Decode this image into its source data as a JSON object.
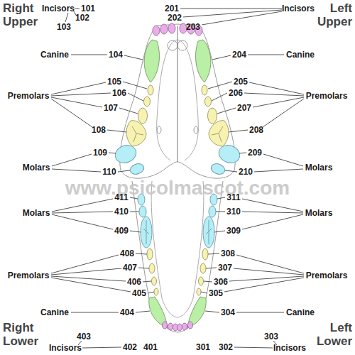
{
  "diagram": {
    "labels": [
      "Right Upper",
      "Incisors",
      "101",
      "102",
      "103",
      "201",
      "202",
      "203",
      "Incisors",
      "Left Upper",
      "Canine",
      "104",
      "204",
      "Canine",
      "105",
      "106",
      "107",
      "108",
      "Premolars",
      "205",
      "206",
      "207",
      "208",
      "Premolars",
      "109",
      "Molars",
      "110",
      "209",
      "Molars",
      "210",
      "www.psicolmascot.com",
      "411",
      "410",
      "Molars",
      "409",
      "311",
      "310",
      "Molars",
      "309",
      "408",
      "407",
      "Premolars",
      "406",
      "405",
      "308",
      "307",
      "Premolars",
      "306",
      "305",
      "Canine",
      "404",
      "304",
      "Canine",
      "Right Lower",
      "Left Lower",
      "403",
      "303",
      "Incisors",
      "402",
      "401",
      "301",
      "302",
      "Incisors"
    ]
  }
}
